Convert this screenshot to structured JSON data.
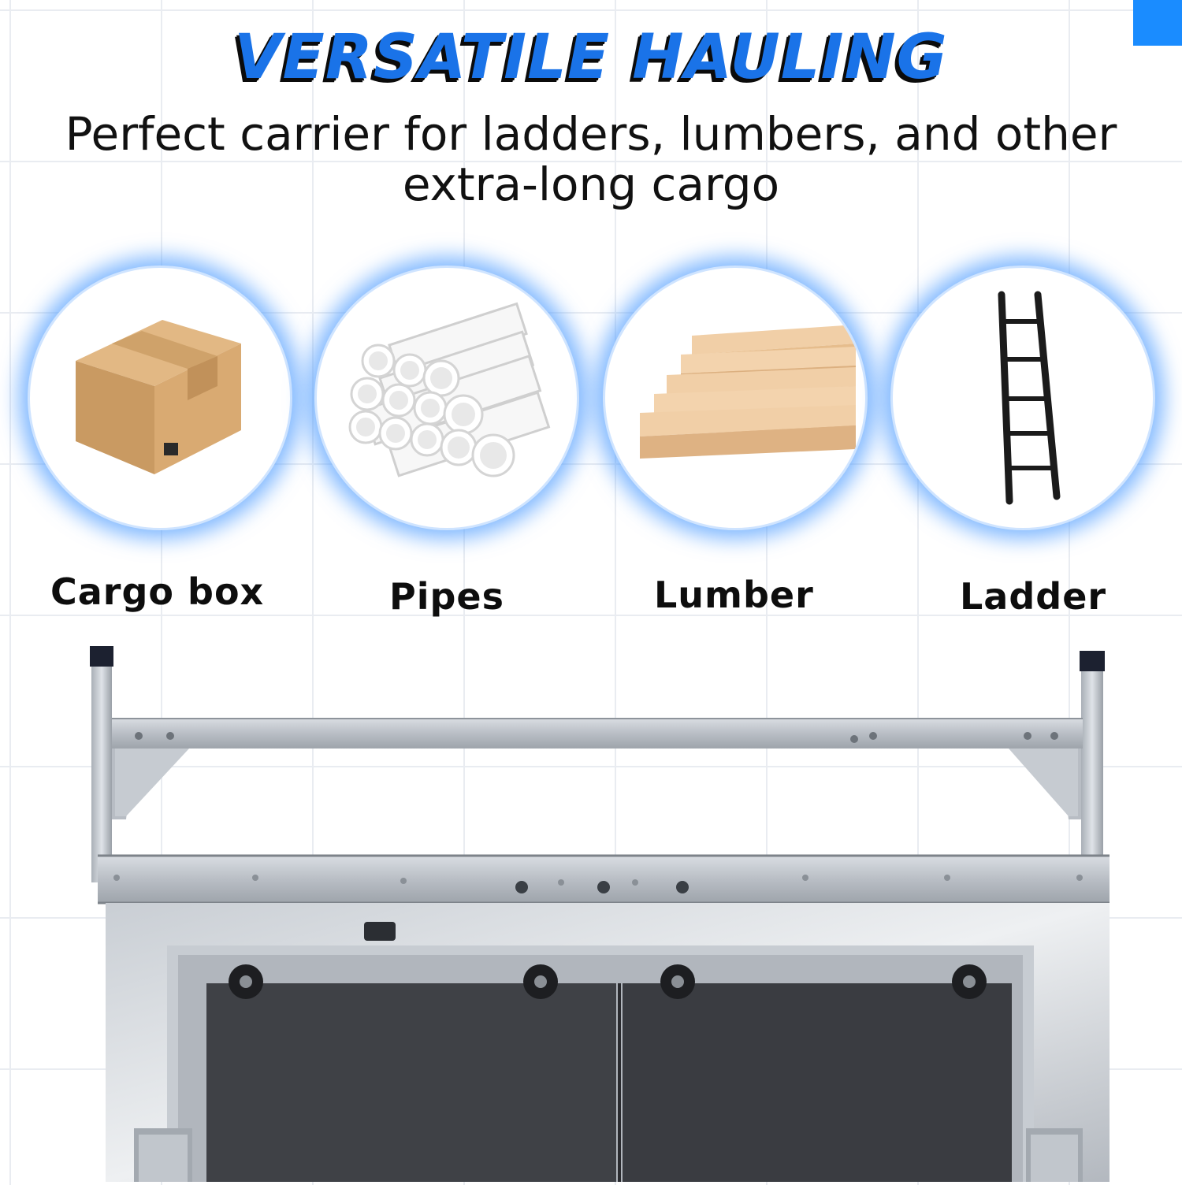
{
  "headline": "VERSATILE HAULING",
  "subline": "Perfect carrier for ladders, lumbers, and other extra-long cargo",
  "cargo_types": [
    {
      "label": "Cargo box",
      "icon": "cardboard-box-icon"
    },
    {
      "label": "Pipes",
      "icon": "pipes-icon"
    },
    {
      "label": "Lumber",
      "icon": "lumber-icon"
    },
    {
      "label": "Ladder",
      "icon": "ladder-icon"
    }
  ],
  "colors": {
    "accent": "#1a73e8",
    "glow": "#55a0ff",
    "text": "#111111"
  }
}
